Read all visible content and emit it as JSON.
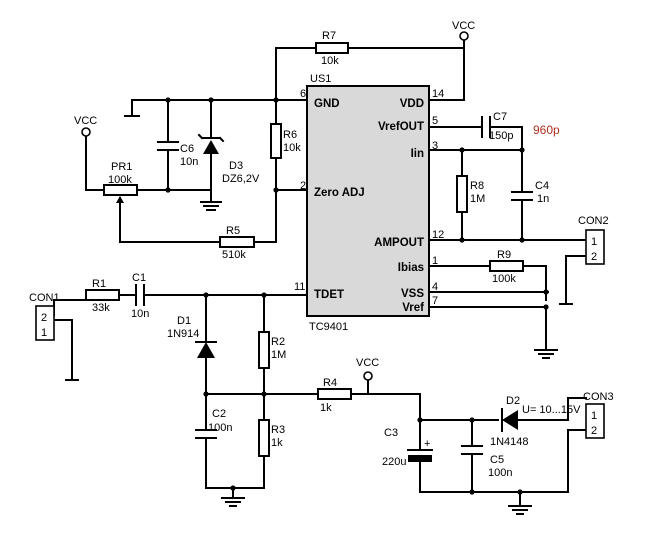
{
  "ic": {
    "ref": "US1",
    "part": "TC9401",
    "pins": {
      "gnd": {
        "name": "GND",
        "num": "6"
      },
      "zero": {
        "name": "Zero ADJ",
        "num": "2"
      },
      "tdet": {
        "name": "TDET",
        "num": "11"
      },
      "vdd": {
        "name": "VDD",
        "num": "14"
      },
      "vrefout": {
        "name": "VrefOUT",
        "num": "5"
      },
      "iin": {
        "name": "Iin",
        "num": "3"
      },
      "ampout": {
        "name": "AMPOUT",
        "num": "12"
      },
      "ibias": {
        "name": "Ibias",
        "num": "1"
      },
      "vss": {
        "name": "VSS",
        "num": "4"
      },
      "vref": {
        "name": "Vref",
        "num": "7"
      }
    }
  },
  "components": {
    "r7": {
      "ref": "R7",
      "value": "10k"
    },
    "r6": {
      "ref": "R6",
      "value": "10k"
    },
    "r5": {
      "ref": "R5",
      "value": "510k"
    },
    "pr1": {
      "ref": "PR1",
      "value": "100k"
    },
    "c6": {
      "ref": "C6",
      "value": "10n"
    },
    "d3": {
      "ref": "D3",
      "value": "DZ6,2V"
    },
    "c7": {
      "ref": "C7",
      "value": "150p"
    },
    "c7_note": "960p",
    "r8": {
      "ref": "R8",
      "value": "1M"
    },
    "c4": {
      "ref": "C4",
      "value": "1n"
    },
    "r9": {
      "ref": "R9",
      "value": "100k"
    },
    "r1": {
      "ref": "R1",
      "value": "33k"
    },
    "c1": {
      "ref": "C1",
      "value": "10n"
    },
    "d1": {
      "ref": "D1",
      "value": "1N914"
    },
    "r2": {
      "ref": "R2",
      "value": "1M"
    },
    "c2": {
      "ref": "C2",
      "value": "100n"
    },
    "r3": {
      "ref": "R3",
      "value": "1k"
    },
    "r4": {
      "ref": "R4",
      "value": "1k"
    },
    "c3": {
      "ref": "C3",
      "value": "220u"
    },
    "c5": {
      "ref": "C5",
      "value": "100n"
    },
    "d2": {
      "ref": "D2",
      "value": "1N4148"
    }
  },
  "supply": {
    "vcc_label": "VCC",
    "input_note": "U= 10...15V"
  },
  "connectors": {
    "con1": {
      "ref": "CON1",
      "pin_a": "2",
      "pin_b": "1"
    },
    "con2": {
      "ref": "CON2",
      "pin_a": "1",
      "pin_b": "2"
    },
    "con3": {
      "ref": "CON3",
      "pin_a": "1",
      "pin_b": "2"
    }
  }
}
